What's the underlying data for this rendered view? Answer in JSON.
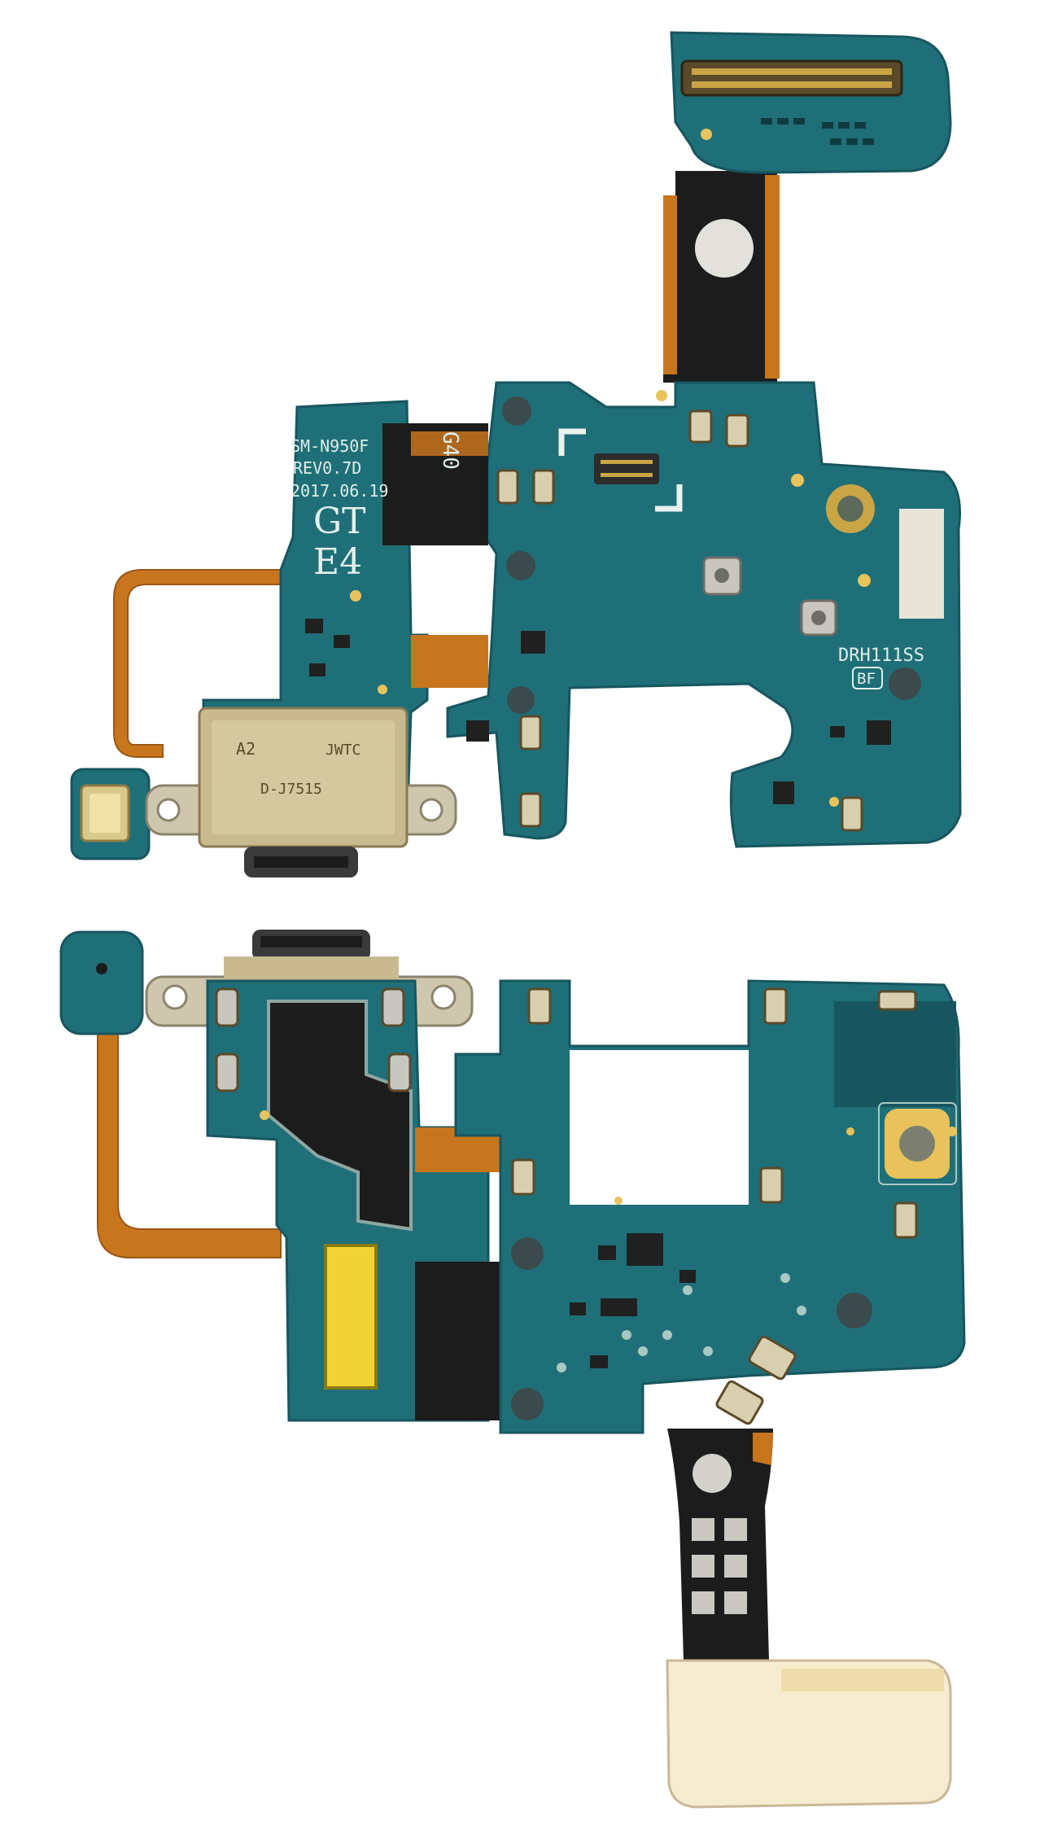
{
  "photo": {
    "subject": "Charging port flex board (front and back)",
    "colors": {
      "background": "#ffffff",
      "pcb": "#1f6f78",
      "pcb_dark": "#17565e",
      "flex": "#c8761e",
      "flex_dark": "#9a5616",
      "black_flex": "#1c1c1c",
      "metal": "#c9b98f",
      "gold": "#e8c25a",
      "yellow_tape": "#f2d335",
      "paper": "#f6ecd0"
    }
  },
  "front_board": {
    "silkscreen": {
      "model": "SM-N950F",
      "revision": "REV0.7D",
      "date": "2017.06.19",
      "code_top": "GT",
      "code_bottom": "E4",
      "flex_label": "G40",
      "module_code": "DRH111SS",
      "module_badge": "BF"
    },
    "usb_connector_marks": {
      "left": "A2",
      "right": "JWTC",
      "bottom": "D-J7515"
    }
  }
}
